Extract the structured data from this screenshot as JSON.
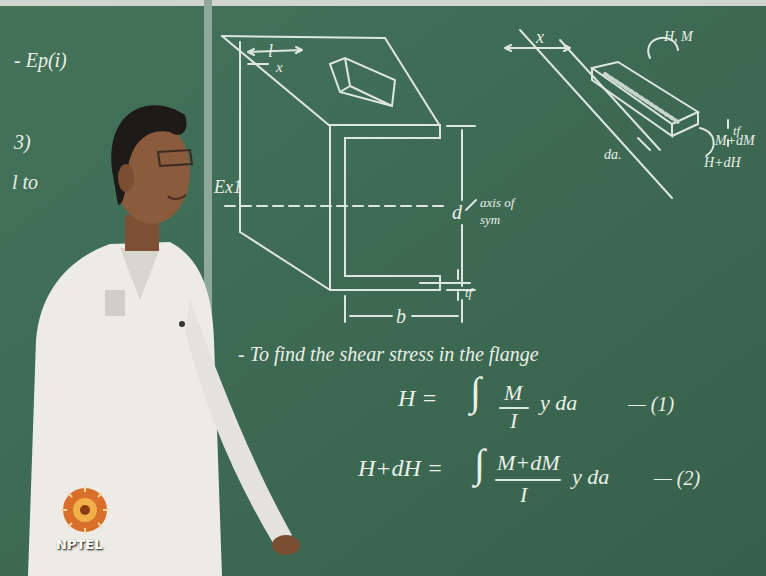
{
  "diagram": {
    "labels": [
      "- Ep(i)",
      "3)",
      "l to",
      "l",
      "x",
      "Ex1",
      "d",
      "axis of",
      "sym",
      "tf",
      "b",
      "x",
      "H, M",
      "da.",
      "tf",
      "M+dM",
      "H+dH",
      "- To find the shear stress in the flange",
      "H =",
      "∫",
      "M",
      "I",
      "y da",
      "— (1)",
      "H+dH =",
      "∫",
      "M+dM",
      "I",
      "y da",
      "— (2)",
      "NPTEL"
    ]
  }
}
